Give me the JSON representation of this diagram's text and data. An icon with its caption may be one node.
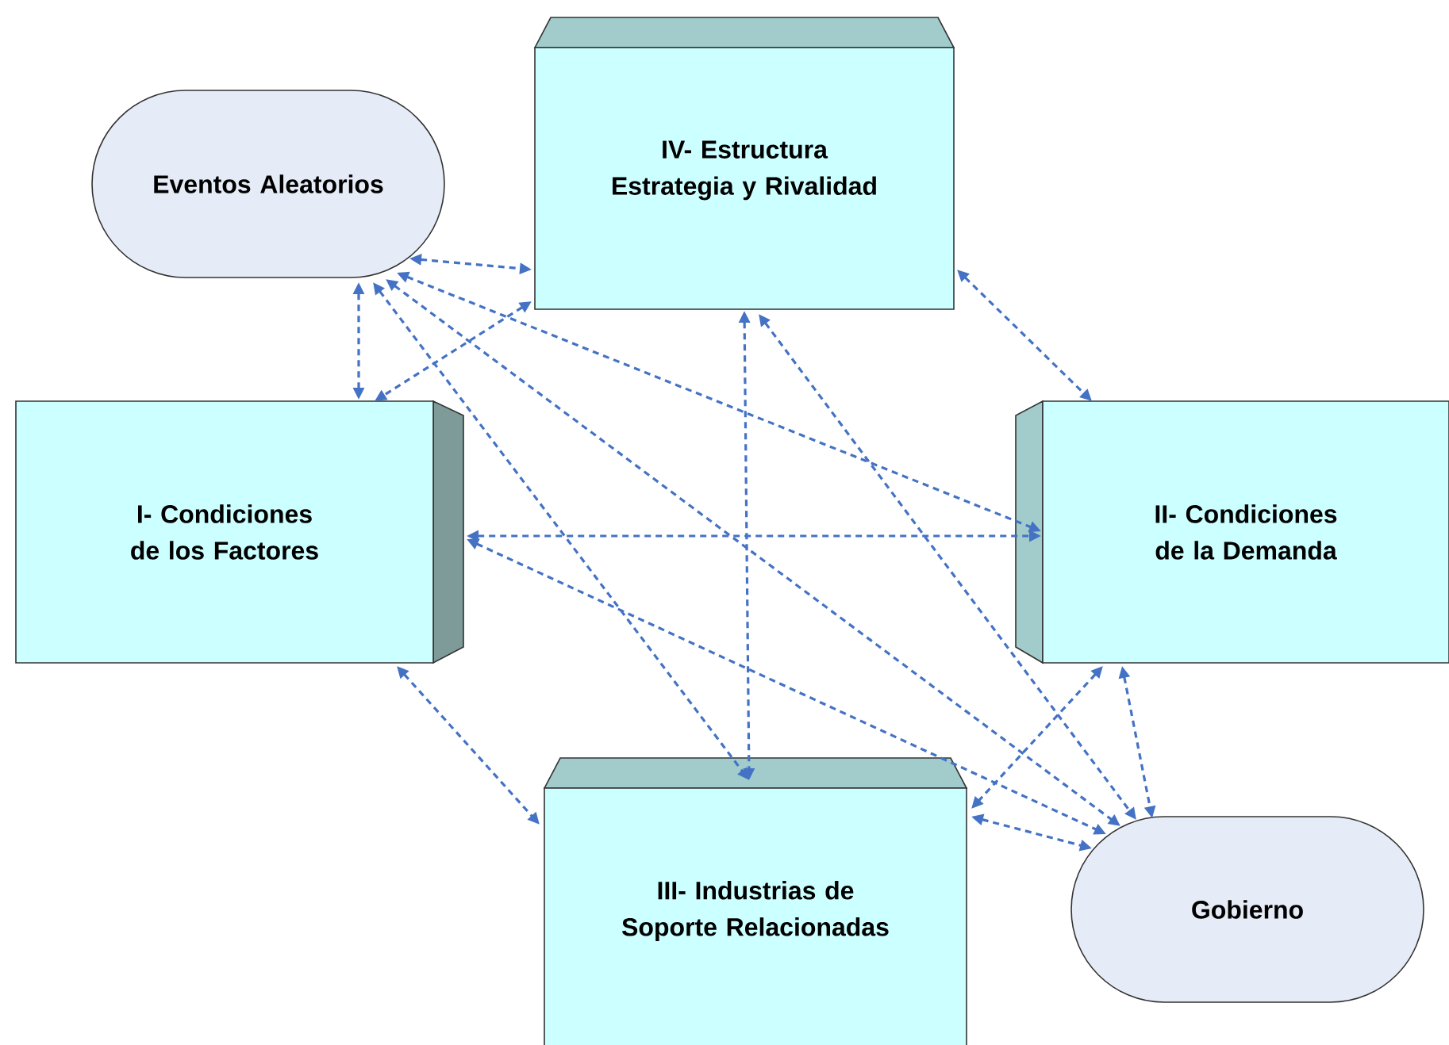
{
  "diagram": {
    "nodes": [
      {
        "text": [
          "Eventos Aleatorios"
        ]
      },
      {
        "text": [
          "IV- Estructura Estrategia y Rivalidad"
        ]
      },
      {
        "text": [
          "I- Condiciones de los Factores"
        ]
      },
      {
        "text": [
          "II- Condiciones de la Demanda"
        ]
      },
      {
        "text": [
          "III- Industrias de Soporte Relacionadas"
        ]
      },
      {
        "text": [
          "Gobierno"
        ]
      }
    ],
    "edges": [
      {
        "from": 0,
        "to": 1,
        "arrow": "both",
        "style": "dashed"
      },
      {
        "from": 0,
        "to": 2,
        "arrow": "both",
        "style": "dashed"
      },
      {
        "from": 1,
        "to": 2,
        "arrow": "both",
        "style": "dashed"
      },
      {
        "from": 0,
        "to": 3,
        "arrow": "both",
        "style": "dashed"
      },
      {
        "from": 0,
        "to": 4,
        "arrow": "both",
        "style": "dashed"
      },
      {
        "from": 0,
        "to": 5,
        "arrow": "both",
        "style": "dashed"
      },
      {
        "from": 1,
        "to": 3,
        "arrow": "both",
        "style": "dashed"
      },
      {
        "from": 1,
        "to": 4,
        "arrow": "both",
        "style": "dashed"
      },
      {
        "from": 1,
        "to": 5,
        "arrow": "both",
        "style": "dashed"
      },
      {
        "from": 2,
        "to": 3,
        "arrow": "both",
        "style": "dashed"
      },
      {
        "from": 2,
        "to": 5,
        "arrow": "both",
        "style": "dashed"
      },
      {
        "from": 2,
        "to": 4,
        "arrow": "both",
        "style": "dashed"
      },
      {
        "from": 3,
        "to": 4,
        "arrow": "both",
        "style": "dashed"
      },
      {
        "from": 3,
        "to": 5,
        "arrow": "both",
        "style": "dashed"
      },
      {
        "from": 4,
        "to": 5,
        "arrow": "both",
        "style": "dashed"
      }
    ]
  }
}
